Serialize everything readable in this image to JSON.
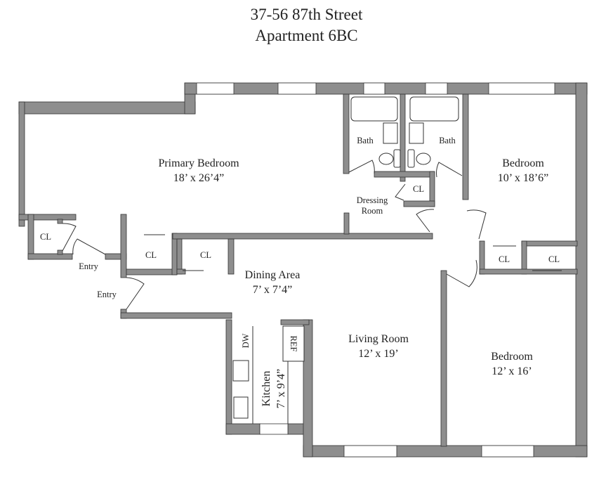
{
  "header": {
    "address": "37-56 87th Street",
    "unit": "Apartment 6BC"
  },
  "rooms": {
    "primary_bedroom": {
      "name": "Primary Bedroom",
      "size": "18’ x 26’4”"
    },
    "bedroom_1": {
      "name": "Bedroom",
      "size": "10’ x 18’6”"
    },
    "bedroom_2": {
      "name": "Bedroom",
      "size": "12’ x 16’"
    },
    "dining": {
      "name": "Dining Area",
      "size": "7’ x 7’4”"
    },
    "living": {
      "name": "Living Room",
      "size": "12’ x 19’"
    },
    "kitchen": {
      "name": "Kitchen",
      "size": "7’ x 9’4”"
    },
    "bath_1": "Bath",
    "bath_2": "Bath",
    "dressing_1": "Dressing",
    "dressing_2": "Room",
    "entry_1": "Entry",
    "entry_2": "Entry",
    "closet": "CL",
    "dw": "DW",
    "ref": "REF"
  }
}
